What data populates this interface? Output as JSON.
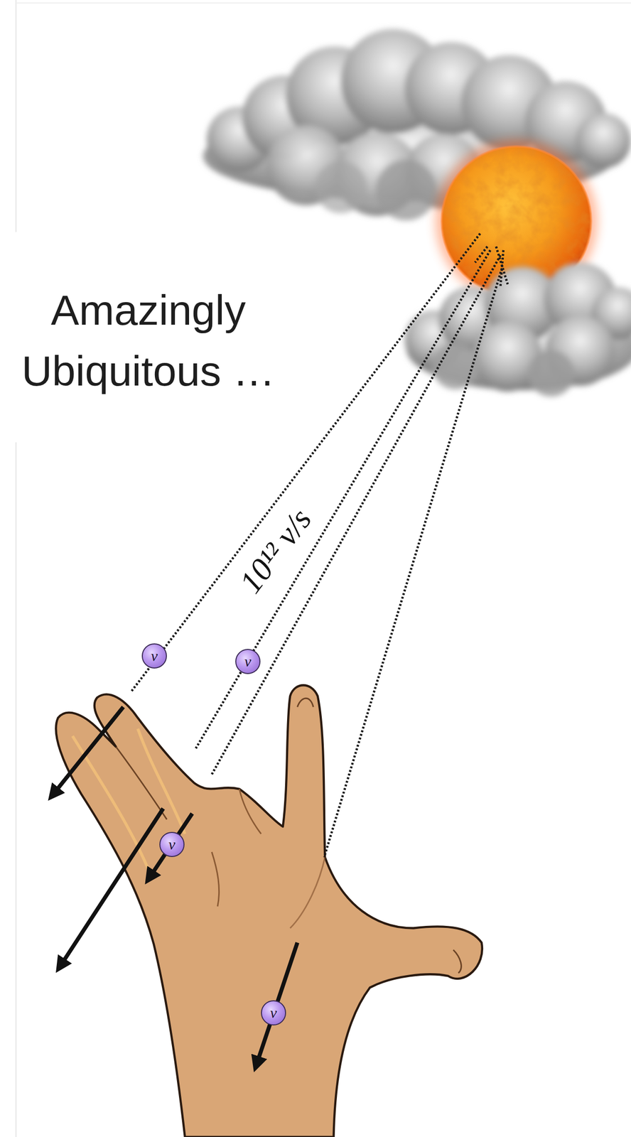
{
  "diagram": {
    "nodes": [
      {
        "text": [
          "ν"
        ]
      },
      {
        "text": [
          "ν"
        ]
      },
      {
        "text": [
          "ν"
        ]
      },
      {
        "text": [
          "ν"
        ]
      }
    ],
    "labels": [
      "Amazingly Ubiquitous …",
      "10¹² ν/s"
    ]
  }
}
